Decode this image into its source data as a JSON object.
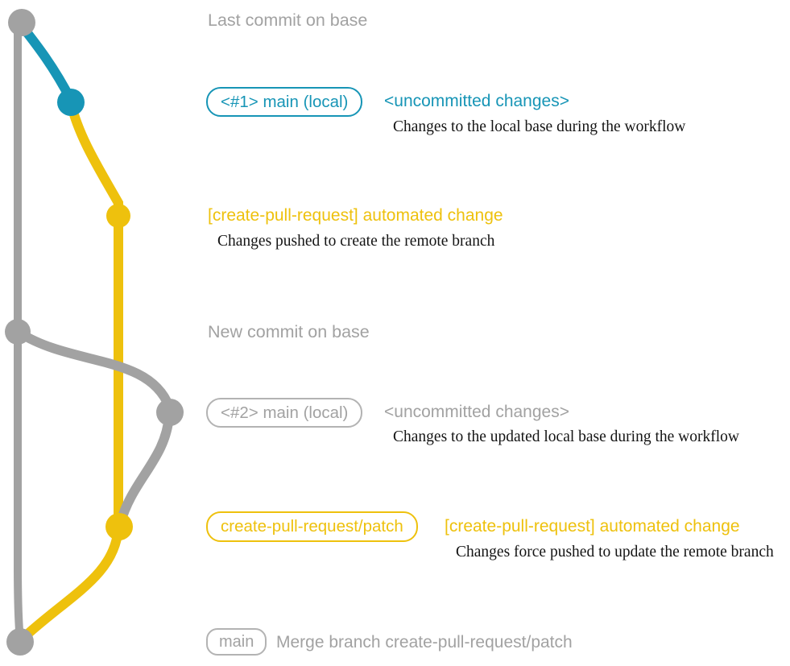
{
  "colors": {
    "gray": "#a2a2a2",
    "gray-light": "#b3b3b3",
    "blue": "#1795b6",
    "yellow": "#eec10d",
    "ink": "#141414"
  },
  "graph": {
    "branches": [
      {
        "name": "base",
        "color": "#a2a2a2"
      },
      {
        "name": "main (local)",
        "color": "#1795b6"
      },
      {
        "name": "create-pull-request/patch",
        "color": "#eec10d"
      }
    ],
    "commits": [
      {
        "id": "last-commit-on-base",
        "branch": "base"
      },
      {
        "id": "local-main-commit-1",
        "branch": "main (local)"
      },
      {
        "id": "patch-commit-1",
        "branch": "create-pull-request/patch"
      },
      {
        "id": "new-commit-on-base",
        "branch": "base"
      },
      {
        "id": "local-main-commit-2",
        "branch": "main (local)"
      },
      {
        "id": "patch-commit-2",
        "branch": "create-pull-request/patch"
      },
      {
        "id": "merge-commit",
        "branch": "base"
      }
    ]
  },
  "labels": {
    "last_commit": "Last commit on base",
    "row1": {
      "badge": "<#1> main (local)",
      "note": "<uncommitted changes>",
      "desc": "Changes to the local base during the workflow"
    },
    "row2": {
      "title": "[create-pull-request] automated change",
      "desc": "Changes pushed to create the remote branch"
    },
    "new_commit": "New commit on base",
    "row3": {
      "badge": "<#2> main (local)",
      "note": "<uncommitted changes>",
      "desc": "Changes to the updated local base during the workflow"
    },
    "row4": {
      "badge": "create-pull-request/patch",
      "note": "[create-pull-request] automated change",
      "desc": "Changes force pushed to update the remote branch"
    },
    "row5": {
      "badge": "main",
      "note": "Merge branch create-pull-request/patch"
    }
  }
}
